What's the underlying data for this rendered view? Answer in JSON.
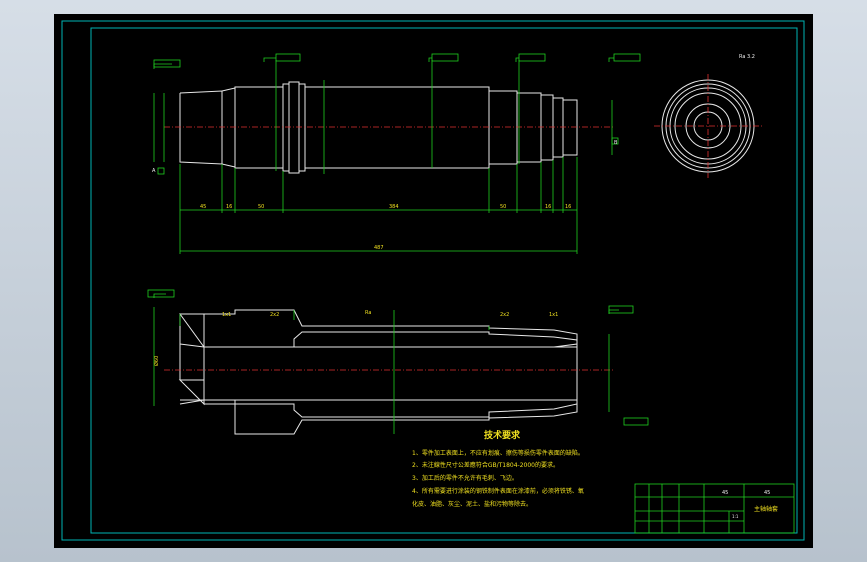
{
  "drawing": {
    "tech_req": {
      "title": "技术要求",
      "items": [
        "1、零件加工表面上，不应有划痕、擦伤等损伤零件表面的缺陷。",
        "2、未注線性尺寸公差應符合GB/T1804-2000的要求。",
        "3、加工后的零件不允许有毛刺、飞边。",
        "4、所有需要进行涂装的钢铁制件表面在涂漆前，必须将铁锈、氧",
        "化皮、油脂、灰尘、泥土、盐和污物等除去。"
      ]
    },
    "title_block": {
      "part_name": "主轴轴套",
      "material": "45",
      "code": "45",
      "scale": "1:1"
    },
    "dims_top": {
      "seg1": "45",
      "seg2": "16",
      "seg3": "50",
      "seg4": "384",
      "seg5": "50",
      "seg6": "16",
      "seg7": "16",
      "total": "487"
    },
    "dims_bottom": {
      "c1": "1x1",
      "c2": "2x2",
      "c3": "2x2",
      "c4": "1x1",
      "bore": "Ø60",
      "label": "Ra"
    },
    "section_marks": {
      "a": "A",
      "b": "B"
    },
    "roughness_note": "Ra 3.2"
  },
  "colors": {
    "frame": "#00b4b4",
    "outline": "#e8e8e8",
    "dimension": "#20d020",
    "centerline": "#e03030",
    "text": "#f0e020"
  }
}
